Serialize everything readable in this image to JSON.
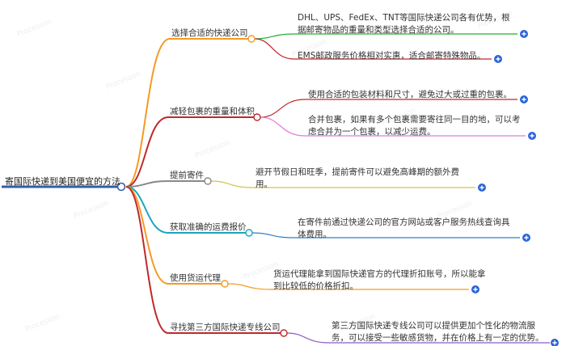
{
  "root": {
    "label": "寄国际快递到美国便宜的方法",
    "color": "#2f5fa8"
  },
  "branches": [
    {
      "label": "选择合适的快递公司",
      "color": "#f59a23",
      "leaves": [
        {
          "text": "DHL、UPS、FedEx、TNT等国际快递公司各有优势，根据邮寄物品的重量和类型选择合适的公司。",
          "color": "#27ae34"
        },
        {
          "text": "EMS邮政服务价格相对实惠，适合邮寄特殊物品。",
          "color": "#c0282d"
        }
      ]
    },
    {
      "label": "减轻包裹的重量和体积",
      "color": "#c0282d",
      "leaves": [
        {
          "text": "使用合适的包装材料和尺寸，避免过大或过重的包裹。",
          "color": "#c0282d"
        },
        {
          "text": "合并包裹，如果有多个包裹需要寄往同一目的地，可以考虑合并为一个包裹，以减少运费。",
          "color": "#e07bd6"
        }
      ]
    },
    {
      "label": "提前寄件",
      "color": "#888888",
      "leaves": [
        {
          "text": "避开节假日和旺季，提前寄件可以避免高峰期的额外费用。",
          "color": "#d4c34a"
        }
      ]
    },
    {
      "label": "获取准确的运费报价",
      "color": "#1aa5c0",
      "leaves": [
        {
          "text": "在寄件前通过快递公司的官方网站或客户服务热线查询具体费用。",
          "color": "#2f7fc0"
        }
      ]
    },
    {
      "label": "使用货运代理",
      "color": "#f59a23",
      "leaves": [
        {
          "text": "货运代理能拿到国际快递官方的代理折扣账号，所以能拿到比较低的价格折扣。",
          "color": "#f59a23"
        }
      ]
    },
    {
      "label": "寻找第三方国际快递专线公司",
      "color": "#c0282d",
      "leaves": [
        {
          "text": "第三方国际快递专线公司可以提供更加个性化的物流服务，可以接受一些敏感货物，并在价格上有一定的优势。",
          "color": "#8e5bc4"
        }
      ]
    }
  ],
  "watermark": "Processon",
  "plus_color": "#2a64d8"
}
